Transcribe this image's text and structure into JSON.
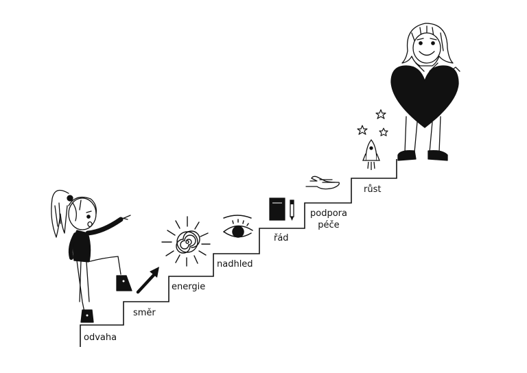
{
  "steps": [
    {
      "label": "odvaha"
    },
    {
      "label": "směr"
    },
    {
      "label": "energie"
    },
    {
      "label": "nadhled"
    },
    {
      "label": "řád"
    },
    {
      "label_line1": "podpora",
      "label_line2": "péče"
    },
    {
      "label": "růst"
    }
  ],
  "colors": {
    "ink": "#111111",
    "background": "#ffffff"
  },
  "icons": [
    "arrow-icon",
    "sun-spiral-icon",
    "eye-icon",
    "notebook-pen-icon",
    "hand-icon",
    "rocket-icon",
    "stars-icon",
    "heart-icon"
  ]
}
